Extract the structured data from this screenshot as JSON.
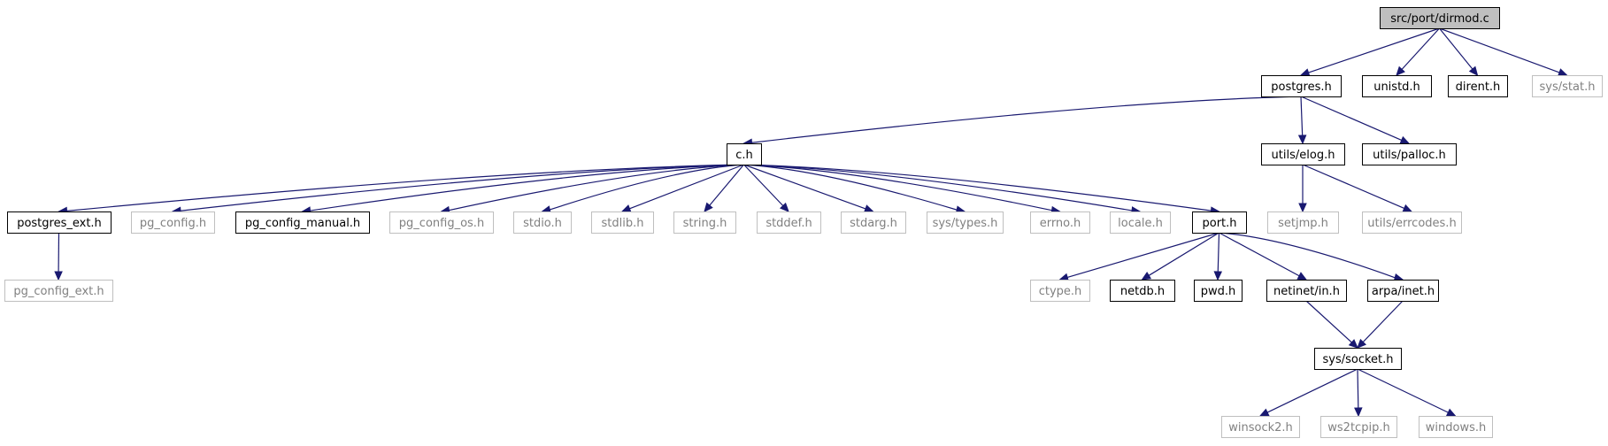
{
  "graph": {
    "nodes": [
      {
        "id": "dirmod",
        "label": "src/port/dirmod.c",
        "kind": "root"
      },
      {
        "id": "postgres",
        "label": "postgres.h",
        "kind": "documented"
      },
      {
        "id": "unistd",
        "label": "unistd.h",
        "kind": "documented"
      },
      {
        "id": "dirent",
        "label": "dirent.h",
        "kind": "documented"
      },
      {
        "id": "sysstat",
        "label": "sys/stat.h",
        "kind": "external"
      },
      {
        "id": "ch",
        "label": "c.h",
        "kind": "documented"
      },
      {
        "id": "elog",
        "label": "utils/elog.h",
        "kind": "documented"
      },
      {
        "id": "palloc",
        "label": "utils/palloc.h",
        "kind": "documented"
      },
      {
        "id": "pgext",
        "label": "postgres_ext.h",
        "kind": "documented"
      },
      {
        "id": "pgconfig",
        "label": "pg_config.h",
        "kind": "external"
      },
      {
        "id": "pgmanual",
        "label": "pg_config_manual.h",
        "kind": "documented"
      },
      {
        "id": "pgos",
        "label": "pg_config_os.h",
        "kind": "external"
      },
      {
        "id": "stdio",
        "label": "stdio.h",
        "kind": "external"
      },
      {
        "id": "stdlib",
        "label": "stdlib.h",
        "kind": "external"
      },
      {
        "id": "string",
        "label": "string.h",
        "kind": "external"
      },
      {
        "id": "stddef",
        "label": "stddef.h",
        "kind": "external"
      },
      {
        "id": "stdarg",
        "label": "stdarg.h",
        "kind": "external"
      },
      {
        "id": "systypes",
        "label": "sys/types.h",
        "kind": "external"
      },
      {
        "id": "errno",
        "label": "errno.h",
        "kind": "external"
      },
      {
        "id": "locale",
        "label": "locale.h",
        "kind": "external"
      },
      {
        "id": "port",
        "label": "port.h",
        "kind": "documented"
      },
      {
        "id": "setjmp",
        "label": "setjmp.h",
        "kind": "external"
      },
      {
        "id": "errcodes",
        "label": "utils/errcodes.h",
        "kind": "external"
      },
      {
        "id": "pgconfigext",
        "label": "pg_config_ext.h",
        "kind": "external"
      },
      {
        "id": "ctype",
        "label": "ctype.h",
        "kind": "external"
      },
      {
        "id": "netdb",
        "label": "netdb.h",
        "kind": "documented"
      },
      {
        "id": "pwd",
        "label": "pwd.h",
        "kind": "documented"
      },
      {
        "id": "netinet",
        "label": "netinet/in.h",
        "kind": "documented"
      },
      {
        "id": "arpa",
        "label": "arpa/inet.h",
        "kind": "documented"
      },
      {
        "id": "syssocket",
        "label": "sys/socket.h",
        "kind": "documented"
      },
      {
        "id": "winsock2",
        "label": "winsock2.h",
        "kind": "external"
      },
      {
        "id": "ws2tcpip",
        "label": "ws2tcpip.h",
        "kind": "external"
      },
      {
        "id": "windows",
        "label": "windows.h",
        "kind": "external"
      }
    ],
    "edges": [
      [
        "dirmod",
        "postgres"
      ],
      [
        "dirmod",
        "unistd"
      ],
      [
        "dirmod",
        "dirent"
      ],
      [
        "dirmod",
        "sysstat"
      ],
      [
        "postgres",
        "ch"
      ],
      [
        "postgres",
        "elog"
      ],
      [
        "postgres",
        "palloc"
      ],
      [
        "ch",
        "pgext"
      ],
      [
        "ch",
        "pgconfig"
      ],
      [
        "ch",
        "pgmanual"
      ],
      [
        "ch",
        "pgos"
      ],
      [
        "ch",
        "stdio"
      ],
      [
        "ch",
        "stdlib"
      ],
      [
        "ch",
        "string"
      ],
      [
        "ch",
        "stddef"
      ],
      [
        "ch",
        "stdarg"
      ],
      [
        "ch",
        "systypes"
      ],
      [
        "ch",
        "errno"
      ],
      [
        "ch",
        "locale"
      ],
      [
        "ch",
        "port"
      ],
      [
        "elog",
        "setjmp"
      ],
      [
        "elog",
        "errcodes"
      ],
      [
        "pgext",
        "pgconfigext"
      ],
      [
        "port",
        "ctype"
      ],
      [
        "port",
        "netdb"
      ],
      [
        "port",
        "pwd"
      ],
      [
        "port",
        "netinet"
      ],
      [
        "port",
        "arpa"
      ],
      [
        "netinet",
        "syssocket"
      ],
      [
        "arpa",
        "syssocket"
      ],
      [
        "syssocket",
        "winsock2"
      ],
      [
        "syssocket",
        "ws2tcpip"
      ],
      [
        "syssocket",
        "windows"
      ]
    ],
    "colors": {
      "edge": "#191970",
      "documented_border": "#000000",
      "external_border": "#bfbfbf",
      "external_text": "#808080",
      "root_fill": "#bfbfbf"
    }
  }
}
